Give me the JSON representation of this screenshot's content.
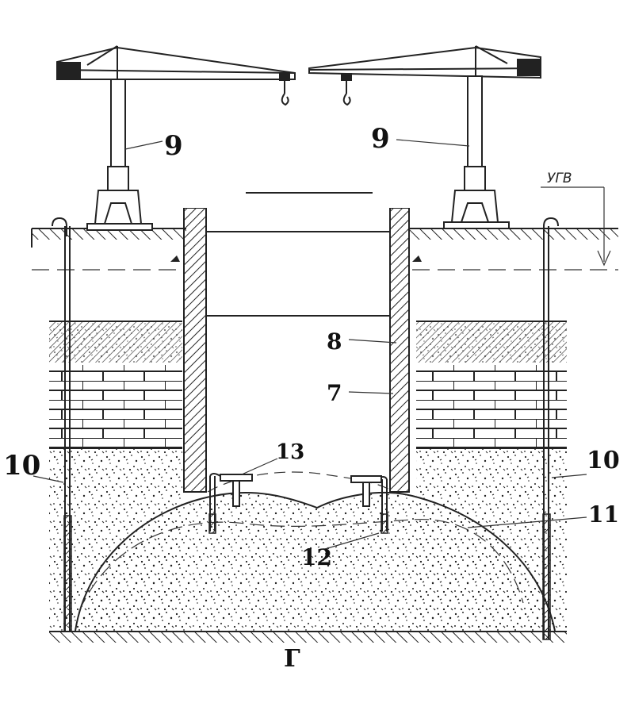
{
  "labels": {
    "crane_left": "9",
    "crane_right": "9",
    "ugv": "УГВ",
    "wall_outer": "8",
    "wall_inner": "7",
    "cap": "13",
    "well_left": "10",
    "well_right": "10",
    "curve_outer": "11",
    "filter": "12",
    "section": "Г"
  },
  "colors": {
    "ink": "#222222",
    "paper": "#ffffff",
    "gap": "#ffffff"
  }
}
